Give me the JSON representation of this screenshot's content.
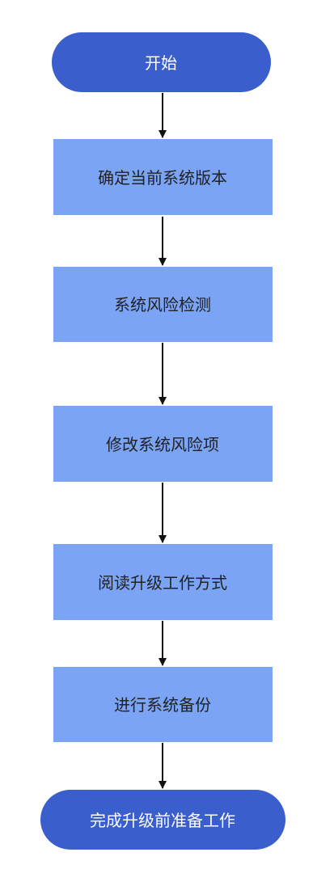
{
  "colors": {
    "terminal_fill": "#3a5fcd",
    "process_fill": "#7ba4f5",
    "arrow": "#111111",
    "terminal_text": "#ffffff",
    "process_text": "#222222"
  },
  "nodes": {
    "start": {
      "label": "开始",
      "kind": "terminal"
    },
    "step1": {
      "label": "确定当前系统版本",
      "kind": "process"
    },
    "step2": {
      "label": "系统风险检测",
      "kind": "process"
    },
    "step3": {
      "label": "修改系统风险项",
      "kind": "process"
    },
    "step4": {
      "label": "阅读升级工作方式",
      "kind": "process"
    },
    "step5": {
      "label": "进行系统备份",
      "kind": "process"
    },
    "end": {
      "label": "完成升级前准备工作",
      "kind": "terminal"
    }
  },
  "edges": [
    {
      "from": "start",
      "to": "step1"
    },
    {
      "from": "step1",
      "to": "step2"
    },
    {
      "from": "step2",
      "to": "step3"
    },
    {
      "from": "step3",
      "to": "step4"
    },
    {
      "from": "step4",
      "to": "step5"
    },
    {
      "from": "step5",
      "to": "end"
    }
  ]
}
